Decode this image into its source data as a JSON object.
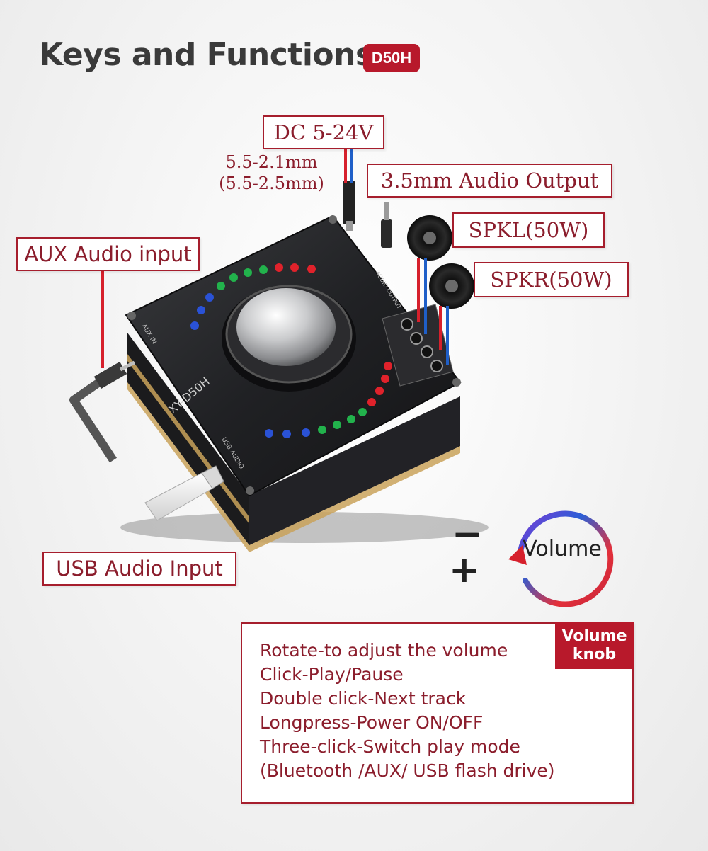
{
  "header": {
    "title": "Keys and Functions",
    "model_badge": "D50H"
  },
  "labels": {
    "dc_input": "DC 5-24V",
    "dc_size_1": "5.5-2.1mm",
    "dc_size_2": "(5.5-2.5mm)",
    "audio_output": "3.5mm Audio Output",
    "spkl": "SPKL(50W)",
    "spkr": "SPKR(50W)",
    "aux_input": "AUX Audio input",
    "usb_input": "USB Audio Input"
  },
  "board": {
    "model_print": "XY-D50H",
    "aux_print": "AUX IN",
    "usb_print": "USB AUDIO",
    "output_print": "AUDIO OUTPUT"
  },
  "volume_indicator": {
    "label": "Volume",
    "minus": "−",
    "plus": "+"
  },
  "volume_knob": {
    "tag": "Volume knob",
    "functions": [
      "Rotate-to adjust the volume",
      "Click-Play/Pause",
      "Double click-Next track",
      "Longpress-Power ON/OFF",
      "Three-click-Switch play mode",
      "(Bluetooth /AUX/ USB flash drive)"
    ]
  },
  "colors": {
    "accent_red": "#b8192b",
    "label_text": "#8b1d2c",
    "wire_red": "#d6202c",
    "wire_blue": "#1f5fc8",
    "led_green": "#22b24c",
    "led_blue": "#2a52d6",
    "led_red": "#e0222b"
  }
}
